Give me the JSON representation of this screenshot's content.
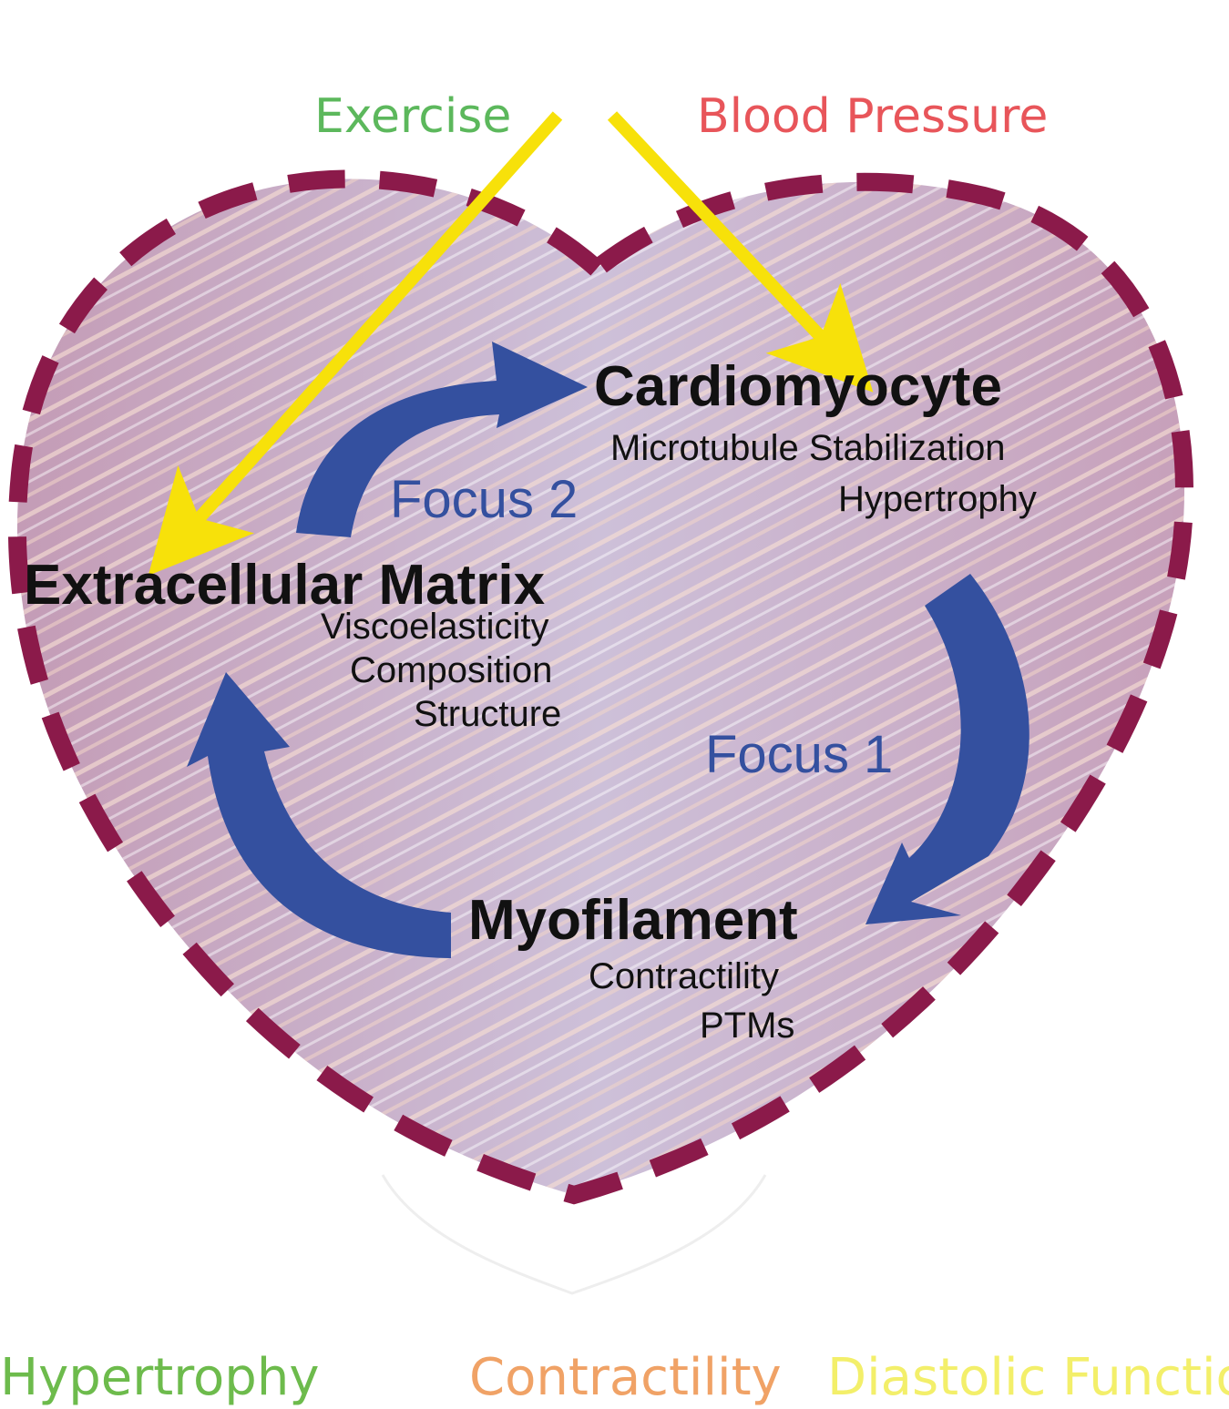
{
  "inputs": {
    "exercise": "Exercise",
    "blood_pressure": "Blood Pressure"
  },
  "nodes": {
    "cardiomyocyte": {
      "title": "Cardiomyocyte",
      "items": [
        "Microtubule Stabilization",
        "Hypertrophy"
      ]
    },
    "extracellular_matrix": {
      "title": "Extracellular Matrix",
      "items": [
        "Viscoelasticity",
        "Composition",
        "Structure"
      ]
    },
    "myofilament": {
      "title": "Myofilament",
      "items": [
        "Contractility",
        "PTMs"
      ]
    }
  },
  "foci": {
    "focus1": "Focus 1",
    "focus2": "Focus 2"
  },
  "outcomes": {
    "hypertrophy": "Hypertrophy",
    "contractility": "Contractility",
    "diastolic_function": "Diastolic Function"
  },
  "colors": {
    "exercise": "#5cb85c",
    "blood_pressure": "#e8555a",
    "hypertrophy": "#6dbb4c",
    "contractility": "#f0a266",
    "diastolic_function": "#f3ef6a",
    "heart_fill": "#c8a6bd",
    "heart_outline": "#8b1a4a",
    "cycle_arrow": "#34509f",
    "input_arrow": "#f7e10a",
    "focus_text": "#34509f"
  }
}
